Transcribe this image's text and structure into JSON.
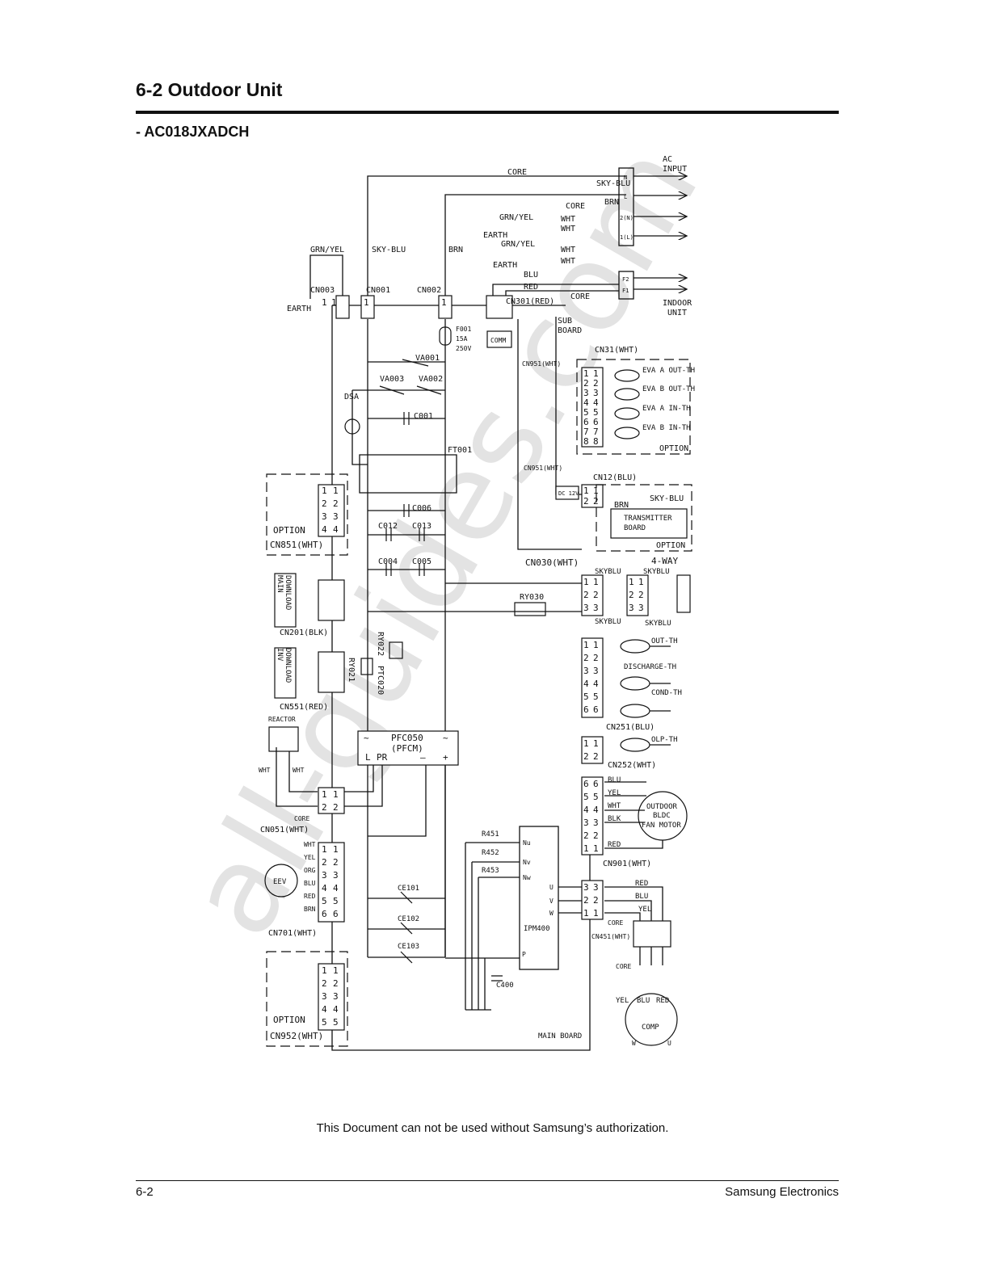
{
  "header": {
    "section_title": "6-2  Outdoor  Unit",
    "model": "- AC018JXADCH"
  },
  "watermark": "all-guides.com",
  "footer": {
    "notice": "This Document can not be used without Samsung’s authorization.",
    "page": "6-2",
    "company": "Samsung Electronics"
  },
  "diagram": {
    "ac_input": [
      "AC",
      "INPUT"
    ],
    "indoor_unit": [
      "INDOOR",
      "UNIT"
    ],
    "core": "CORE",
    "earth": "EARTH",
    "terminals": [
      "N",
      "L",
      "2(N)",
      "1(L)"
    ],
    "f_terminals": [
      "F2",
      "F1"
    ],
    "wires": {
      "sky_blu": "SKY-BLU",
      "brn": "BRN",
      "grn_yel": "GRN/YEL",
      "wht": "WHT",
      "blu": "BLU",
      "red": "RED",
      "yel": "YEL",
      "org": "ORG",
      "blk": "BLK",
      "skyblu": "SKYBLU"
    },
    "connectors": {
      "cn003": "CN003",
      "cn001": "CN001",
      "cn002": "CN002",
      "cn301": "CN301(RED)",
      "cn31": "CN31(WHT)",
      "cn951a": "CN951(WHT)",
      "cn951b": "CN951(WHT)",
      "cn12": "CN12(BLU)",
      "cn851": "CN851(WHT)",
      "cn201": "CN201(BLK)",
      "cn551": "CN551(RED)",
      "cn030": "CN030(WHT)",
      "cn251": "CN251(BLU)",
      "cn252": "CN252(WHT)",
      "cn051": "CN051(WHT)",
      "cn901": "CN901(WHT)",
      "cn701": "CN701(WHT)",
      "cn451": "CN451(WHT)",
      "cn952": "CN952(WHT)"
    },
    "components": {
      "fuse": [
        "F001",
        "15A",
        "250V"
      ],
      "va001": "VA001",
      "va002": "VA002",
      "va003": "VA003",
      "dsa": "DSA",
      "c001": "C001",
      "ft001": "FT001",
      "c006": "C006",
      "c012": "C012",
      "c013": "C013",
      "c004": "C004",
      "c005": "C005",
      "ry030": "RY030",
      "ry022": "RY022",
      "ptc020": "PTC020",
      "ry021": "RY021",
      "pfc": [
        "PFC050",
        "(PFCM)"
      ],
      "pfc_pins": [
        "~",
        "~",
        "L",
        "PR",
        "—",
        "+"
      ],
      "reactor": "REACTOR",
      "eev": "EEV",
      "r451": "R451",
      "r452": "R452",
      "r453": "R453",
      "ipm": "IPM400",
      "ipm_in": [
        "Nu",
        "Nv",
        "Nw"
      ],
      "ipm_out": [
        "U",
        "V",
        "W"
      ],
      "ipm_p": "P",
      "ce101": "CE101",
      "ce102": "CE102",
      "ce103": "CE103",
      "c400": "C400",
      "comm": "COMM",
      "sub_board": [
        "SUB",
        "BOARD"
      ],
      "main_board": "MAIN BOARD",
      "dc12v": "DC 12V",
      "transmitter": [
        "TRANSMITTER",
        "BOARD"
      ],
      "four_way": "4-WAY",
      "fan_motor": [
        "OUTDOOR",
        "BLDC",
        "FAN MOTOR"
      ],
      "comp": "COMP",
      "comp_pins": [
        "W",
        "U"
      ]
    },
    "option": "OPTION",
    "main_download": [
      "MAIN",
      "DOWNLOAD"
    ],
    "inv_download": [
      "INV",
      "DOWNLOAD"
    ],
    "sensors": {
      "eva_a_out": "EVA A OUT-TH",
      "eva_b_out": "EVA B OUT-TH",
      "eva_a_in": "EVA A IN-TH",
      "eva_b_in": "EVA B IN-TH",
      "out_th": "OUT-TH",
      "discharge_th": "DISCHARGE-TH",
      "cond_th": "COND-TH",
      "olp_th": "OLP-TH"
    }
  }
}
